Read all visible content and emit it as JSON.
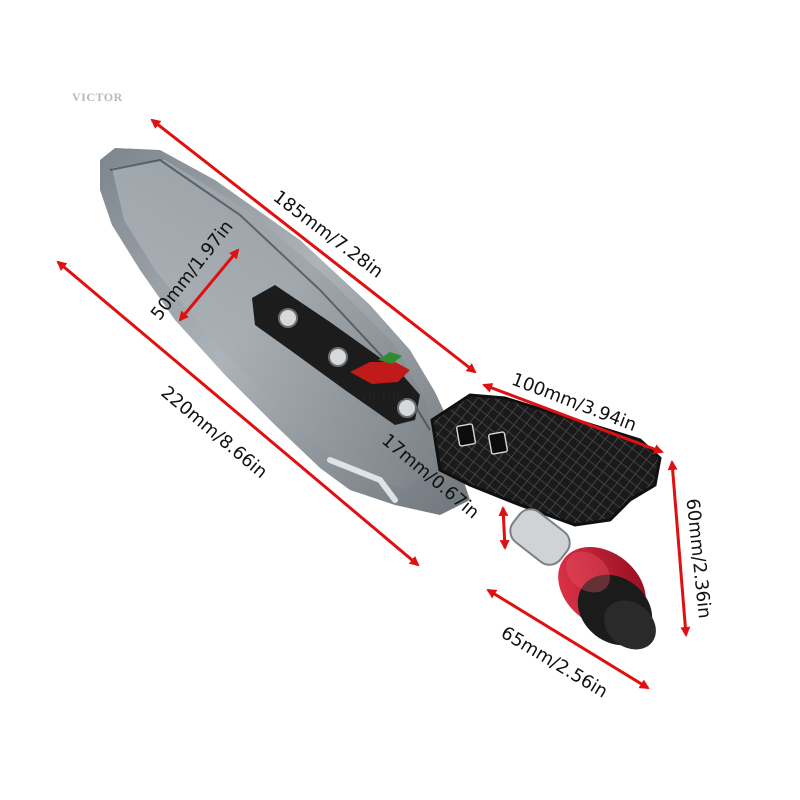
{
  "watermark": "VICTOR",
  "logo_text": "VICTOR",
  "dimensions": {
    "guard_length": "185mm/7.28in",
    "guard_width": "50mm/1.97in",
    "total_length": "220mm/8.66in",
    "bracket_length": "100mm/3.94in",
    "bracket_thickness": "17mm/0.67in",
    "bracket_height": "60mm/2.36in",
    "bar_end_length": "65mm/2.56in"
  },
  "colors": {
    "arrow": "#e01010",
    "guard_smoke": "#8a9298",
    "bracket": "#151515",
    "bar_end": "#c8142c"
  }
}
